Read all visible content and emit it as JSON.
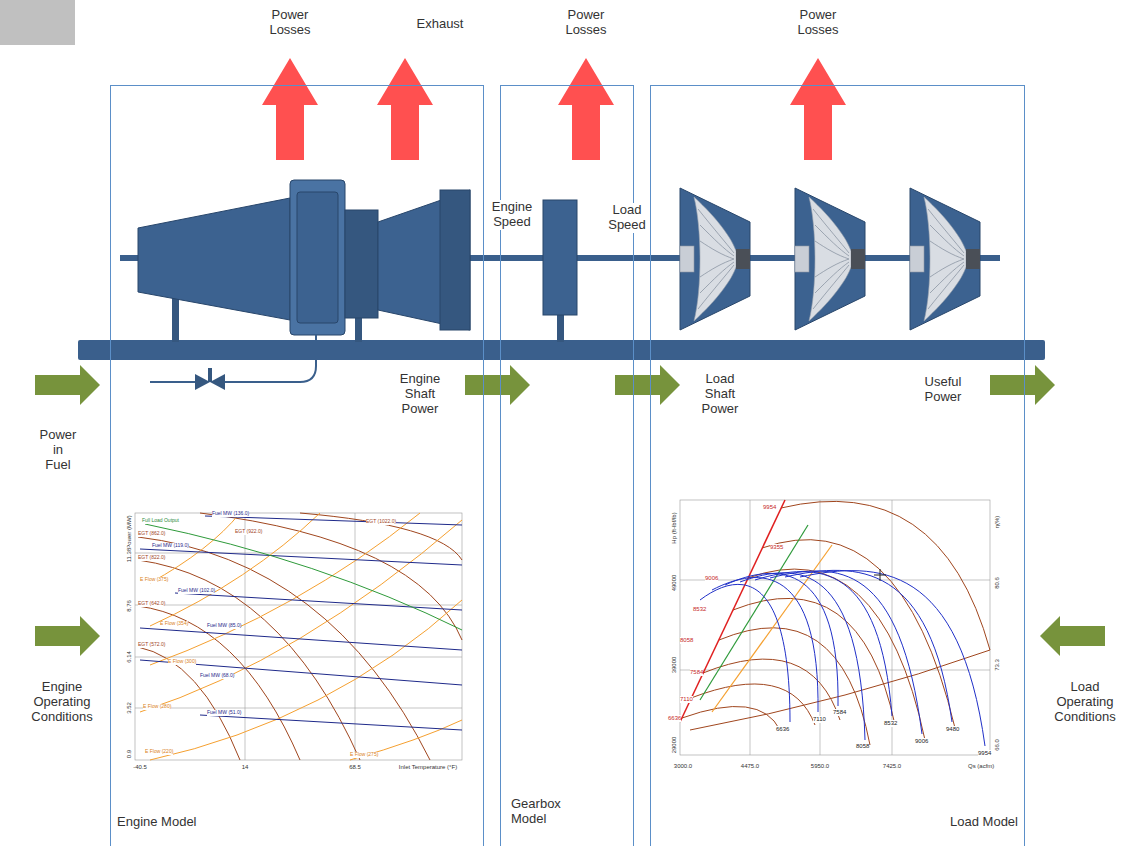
{
  "diagram": {
    "nodes": [
      {
        "text": [
          "Engine Model"
        ]
      },
      {
        "text": [
          "Gearbox Model"
        ]
      },
      {
        "text": [
          "Load Model"
        ]
      }
    ],
    "labels": [
      "Power Losses",
      "Exhaust",
      "Power Losses",
      "Power Losses",
      "Engine Speed",
      "Load Speed",
      "Engine Shaft Power",
      "Load Shaft Power",
      "Useful Power",
      "Power in Fuel",
      "Engine Operating Conditions",
      "Load Operating Conditions",
      "Power (MW)",
      "11.38",
      "8.76",
      "6.14",
      "3.52",
      "0.9",
      "-40.5",
      "14",
      "68.5",
      "Inlet Temperature (°F)",
      "Full Load Output",
      "Fuel MW (136.0)",
      "EGT (1022.0)",
      "EGT (862.0)",
      "EGT (922.0)",
      "Fuel MW (119.0)",
      "EGT (822.0)",
      "E Flow (375)",
      "Fuel MW (102.0)",
      "EGT (642.0)",
      "E Flow (354)",
      "Fuel MW (85.0)",
      "EGT (572.0)",
      "E Flow (300)",
      "Fuel MW (68.0)",
      "E Flow (280)",
      "Fuel MW (51.0)",
      "E Flow (220)",
      "E Flow (275)",
      "Hp (ft-lbf/lb)",
      "49000",
      "39000",
      "29000",
      "3000.0",
      "4475.0",
      "5950.0",
      "7425.0",
      "Qs (acfm)",
      "η(%)",
      "80.6",
      "73.3",
      "66.0",
      "9954",
      "9355",
      "9006",
      "8532",
      "8058",
      "7584",
      "7110",
      "6636",
      "6636",
      "7110",
      "7584",
      "8058",
      "8532",
      "9006",
      "9480",
      "9954"
    ]
  }
}
